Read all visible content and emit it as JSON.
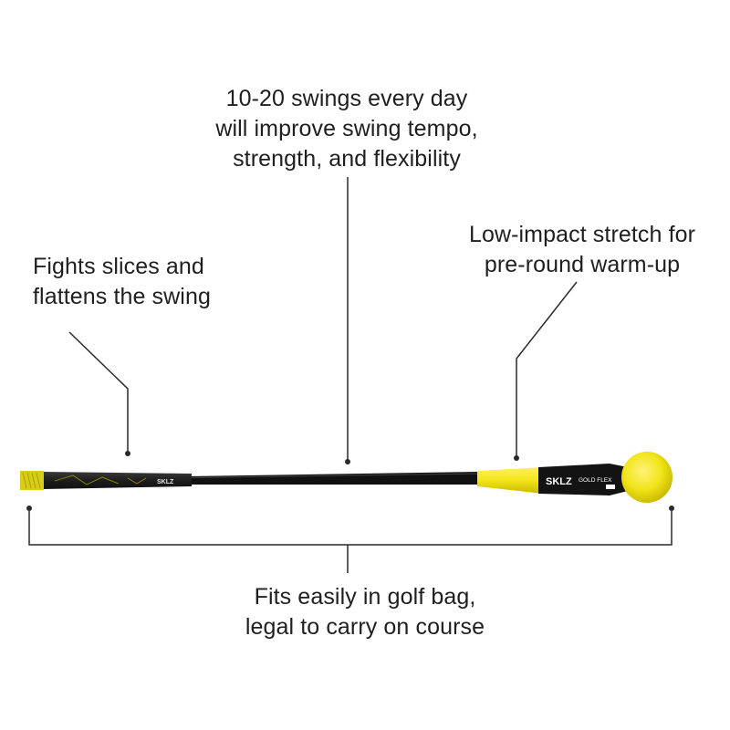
{
  "callouts": {
    "top": {
      "lines": [
        "10-20 swings every day",
        "will improve swing tempo,",
        "strength, and flexibility"
      ]
    },
    "left": {
      "lines": [
        "Fights slices and",
        "flattens the swing"
      ]
    },
    "right": {
      "lines": [
        "Low-impact stretch for",
        "pre-round warm-up"
      ]
    },
    "bottom": {
      "lines": [
        "Fits easily in golf bag,",
        "legal to carry on course"
      ]
    }
  },
  "product": {
    "grip_logo": "SKLZ",
    "weight_logo": "SKLZ",
    "weight_model": "GOLD FLEX"
  },
  "colors": {
    "accent_yellow": "#f2e51a",
    "grip_black": "#222222",
    "shaft_black": "#111111",
    "leader_line": "#2a2a2a"
  }
}
